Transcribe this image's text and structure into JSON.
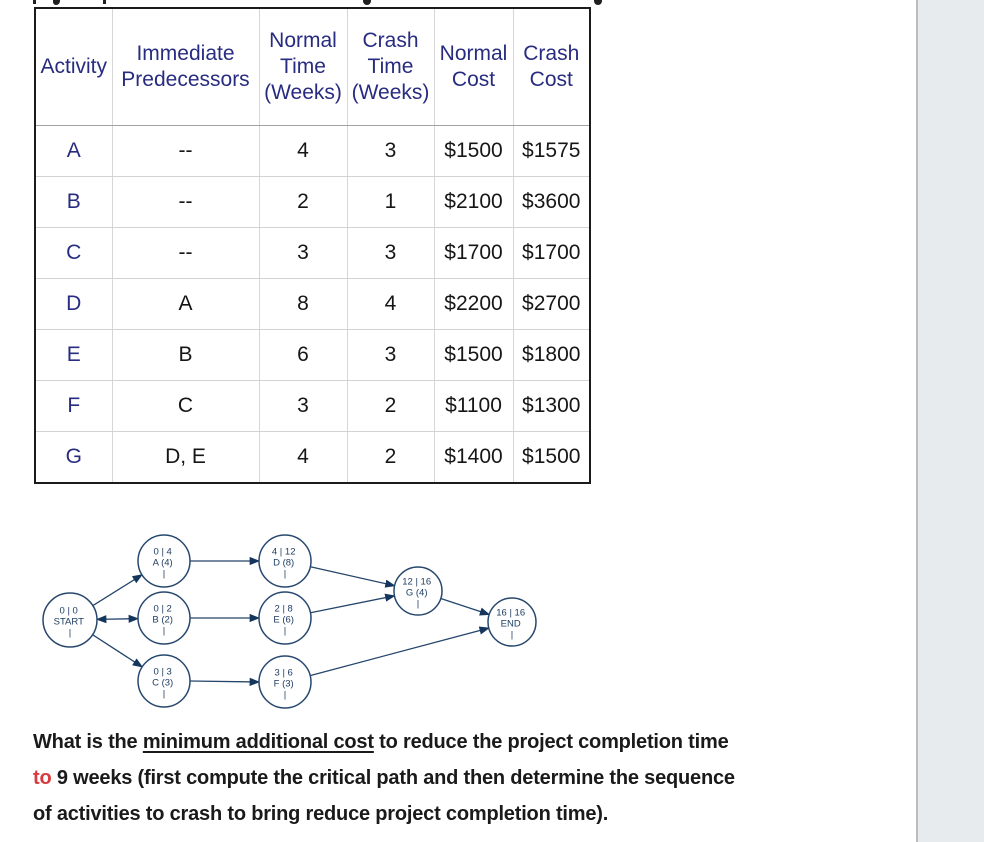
{
  "colors": {
    "table_text_navy": "#282c80",
    "table_value_black": "#161616",
    "diagram_navy": "#24456b",
    "question_black": "#1a1a1a",
    "question_red": "#d93a3d",
    "side_panel_gray": "#e8ebee"
  },
  "crash_table": {
    "headers": [
      "Activity",
      "Immediate Predecessors",
      "Normal Time (Weeks)",
      "Crash Time (Weeks)",
      "Normal Cost",
      "Crash Cost"
    ],
    "rows": [
      {
        "activity": "A",
        "predecessors": "--",
        "normal_time": "4",
        "crash_time": "3",
        "normal_cost": "$1500",
        "crash_cost": "$1575"
      },
      {
        "activity": "B",
        "predecessors": "--",
        "normal_time": "2",
        "crash_time": "1",
        "normal_cost": "$2100",
        "crash_cost": "$3600"
      },
      {
        "activity": "C",
        "predecessors": "--",
        "normal_time": "3",
        "crash_time": "3",
        "normal_cost": "$1700",
        "crash_cost": "$1700"
      },
      {
        "activity": "D",
        "predecessors": "A",
        "normal_time": "8",
        "crash_time": "4",
        "normal_cost": "$2200",
        "crash_cost": "$2700"
      },
      {
        "activity": "E",
        "predecessors": "B",
        "normal_time": "6",
        "crash_time": "3",
        "normal_cost": "$1500",
        "crash_cost": "$1800"
      },
      {
        "activity": "F",
        "predecessors": "C",
        "normal_time": "3",
        "crash_time": "2",
        "normal_cost": "$1100",
        "crash_cost": "$1300"
      },
      {
        "activity": "G",
        "predecessors": "D, E",
        "normal_time": "4",
        "crash_time": "2",
        "normal_cost": "$1400",
        "crash_cost": "$1500"
      }
    ]
  },
  "diagram": {
    "nodes": [
      {
        "id": "START",
        "line1": "0 | 0",
        "line2": "START",
        "line3": "|"
      },
      {
        "id": "A",
        "line1": "0 | 4",
        "line2": "A (4)",
        "line3": "|"
      },
      {
        "id": "B",
        "line1": "0 | 2",
        "line2": "B (2)",
        "line3": "|"
      },
      {
        "id": "C",
        "line1": "0 | 3",
        "line2": "C (3)",
        "line3": "|"
      },
      {
        "id": "D",
        "line1": "4 | 12",
        "line2": "D (8)",
        "line3": "|"
      },
      {
        "id": "E",
        "line1": "2 | 8",
        "line2": "E (6)",
        "line3": "|"
      },
      {
        "id": "F",
        "line1": "3 | 6",
        "line2": "F (3)",
        "line3": "|"
      },
      {
        "id": "G",
        "line1": "12 | 16",
        "line2": "G (4)",
        "line3": "|"
      },
      {
        "id": "END",
        "line1": "16 | 16",
        "line2": "END",
        "line3": "|"
      }
    ],
    "edges": [
      "START-A",
      "START-B",
      "START-C",
      "A-D",
      "B-E",
      "C-F",
      "D-G",
      "E-G",
      "G-END",
      "F-END"
    ]
  },
  "question": {
    "l1a": "What is the ",
    "l1b": "minimum additional cost",
    "l1c": " to reduce the project completion time",
    "l2a": "to",
    "l2b": " 9 weeks (first compute the critical path and then determine the sequence",
    "l3": "of activities to crash to bring reduce project completion time)."
  }
}
